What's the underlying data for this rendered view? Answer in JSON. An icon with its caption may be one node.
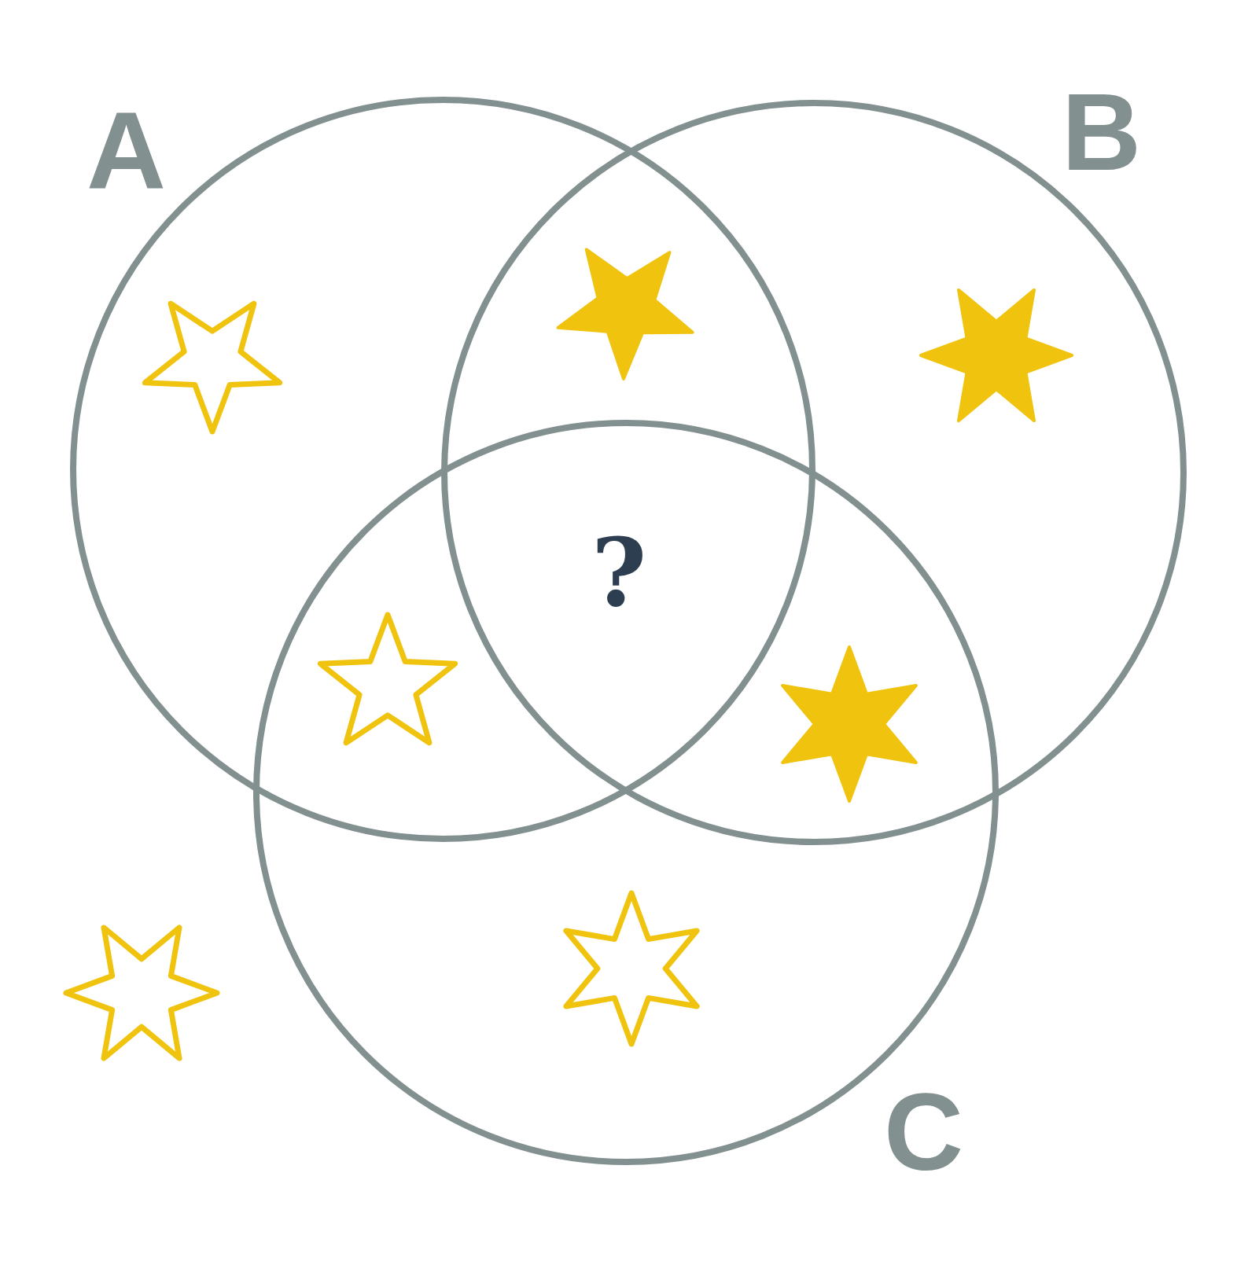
{
  "diagram": {
    "nodes": [
      {
        "text": [
          "A"
        ]
      },
      {
        "text": [
          "B"
        ]
      },
      {
        "text": [
          "C"
        ]
      }
    ],
    "edges": [],
    "labels": [
      "?"
    ]
  }
}
